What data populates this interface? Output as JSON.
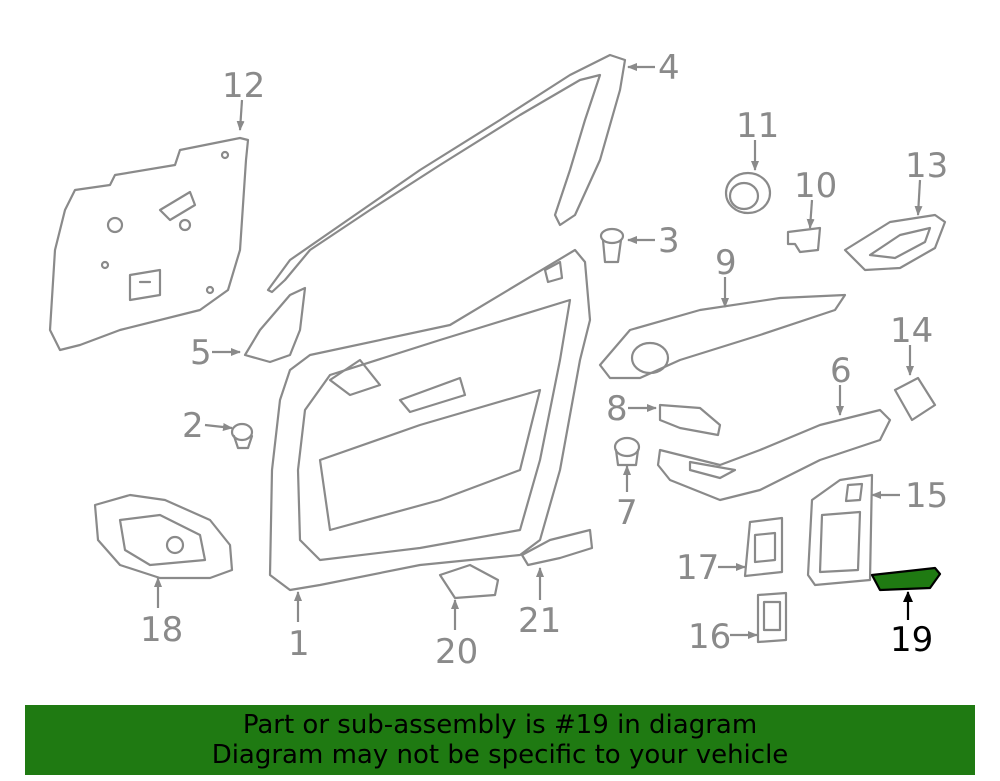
{
  "callouts": {
    "c1": "1",
    "c2": "2",
    "c3": "3",
    "c4": "4",
    "c5": "5",
    "c6": "6",
    "c7": "7",
    "c8": "8",
    "c9": "9",
    "c10": "10",
    "c11": "11",
    "c12": "12",
    "c13": "13",
    "c14": "14",
    "c15": "15",
    "c16": "16",
    "c17": "17",
    "c18": "18",
    "c19": "19",
    "c20": "20",
    "c21": "21"
  },
  "highlight": {
    "part": "19",
    "color": "#1f7a12"
  },
  "banner": {
    "line1": "Part or sub-assembly is #19 in diagram",
    "line2": "Diagram may not be specific to your vehicle",
    "background": "#1f7a12"
  }
}
